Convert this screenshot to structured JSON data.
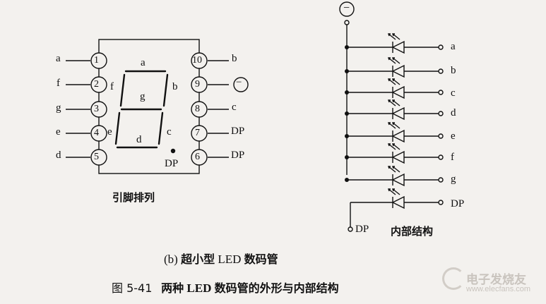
{
  "left_diagram": {
    "pins_left": [
      {
        "num": "1",
        "signal": "a"
      },
      {
        "num": "2",
        "signal": "f"
      },
      {
        "num": "3",
        "signal": "g"
      },
      {
        "num": "4",
        "signal": "e"
      },
      {
        "num": "5",
        "signal": "d"
      }
    ],
    "pins_right": [
      {
        "num": "10",
        "signal": "b"
      },
      {
        "num": "9",
        "signal": "−"
      },
      {
        "num": "8",
        "signal": "c"
      },
      {
        "num": "7",
        "signal": "DP"
      },
      {
        "num": "6",
        "signal": "DP"
      }
    ],
    "segments": {
      "a": "a",
      "b": "b",
      "c": "c",
      "d": "d",
      "e": "e",
      "f": "f",
      "g": "g",
      "dp": "DP"
    },
    "caption": "引脚排列"
  },
  "right_diagram": {
    "common": "−",
    "outputs": [
      "a",
      "b",
      "c",
      "d",
      "e",
      "f",
      "g"
    ],
    "dp_out": "DP",
    "dp_in": "DP",
    "caption": "内部结构"
  },
  "subcaption": {
    "prefix": "(b)",
    "cjk1": "超小型",
    "latin": "LED",
    "cjk2": "数码管"
  },
  "figure_caption": {
    "num": "图 5-41",
    "text1": "两种",
    "latin": "LED",
    "text2": "数码管的外形与内部结构"
  },
  "watermark": {
    "cn": "电子发烧友",
    "en": "www.elecfans.com"
  }
}
